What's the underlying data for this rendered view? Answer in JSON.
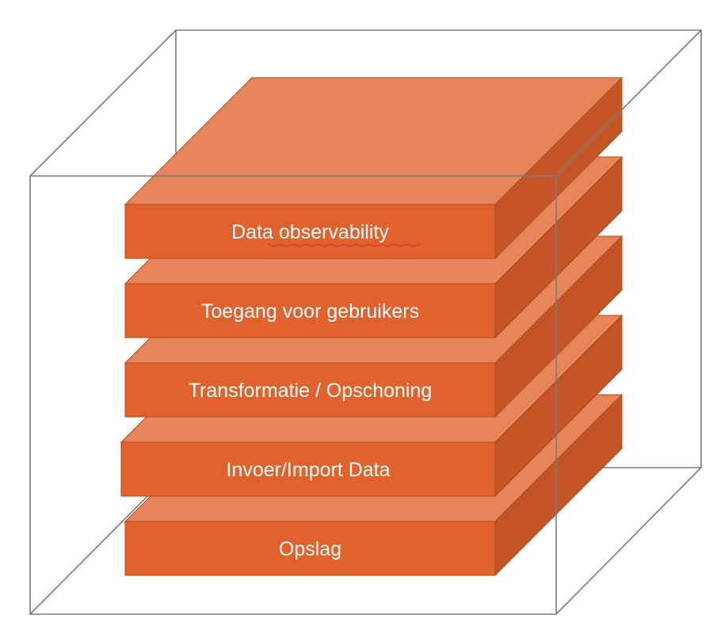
{
  "diagram": {
    "colors": {
      "front": "#e2622e",
      "top": "#e6845a",
      "side": "#c55526",
      "box_edge": "#7a7a7a",
      "label": "#ffffff"
    },
    "layers": [
      {
        "label": "Data observability",
        "spellcheck_underline": true
      },
      {
        "label": "Toegang voor gebruikers",
        "spellcheck_underline": false
      },
      {
        "label": "Transformatie / Opschoning",
        "spellcheck_underline": false
      },
      {
        "label": "Invoer/Import Data",
        "spellcheck_underline": false
      },
      {
        "label": "Opslag",
        "spellcheck_underline": false
      }
    ]
  }
}
